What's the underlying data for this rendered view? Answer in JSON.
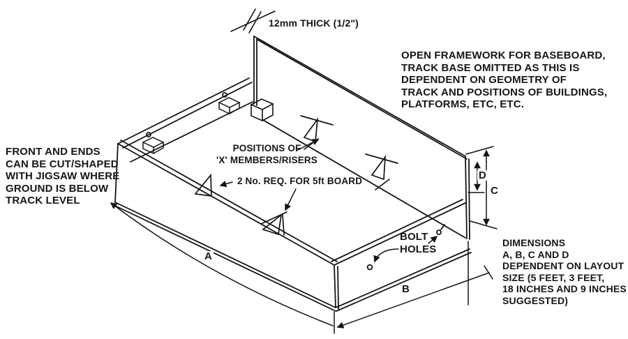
{
  "figure": {
    "type": "technical-sketch",
    "subject": "Open baseboard framework construction diagram",
    "background_color": "#ffffff",
    "ink_color": "#141414"
  },
  "annotations": {
    "thickness": {
      "text": "12mm THICK (1/2\")"
    },
    "open_framework": {
      "text": "OPEN FRAMEWORK FOR BASEBOARD,\nTRACK BASE OMITTED AS THIS IS\nDEPENDENT ON GEOMETRY OF\nTRACK AND POSITIONS OF BUILDINGS,\nPLATFORMS, ETC, ETC."
    },
    "front_ends": {
      "text": "FRONT AND ENDS\nCAN BE CUT/SHAPED\nWITH JIGSAW WHERE\nGROUND IS BELOW\nTRACK LEVEL"
    },
    "positions": {
      "text": "POSITIONS OF\n'X' MEMBERS/RISERS"
    },
    "quantity": {
      "text": "2 No. REQ. FOR 5ft BOARD"
    },
    "bolt_holes": {
      "text": "BOLT\nHOLES"
    },
    "dimensions_note": {
      "text": "DIMENSIONS\nA, B, C AND D\nDEPENDENT ON LAYOUT\nSIZE (5 FEET, 3 FEET,\n18 INCHES AND 9 INCHES\nSUGGESTED)"
    }
  },
  "dimension_labels": {
    "a": "A",
    "b": "B",
    "c": "C",
    "d": "D"
  }
}
